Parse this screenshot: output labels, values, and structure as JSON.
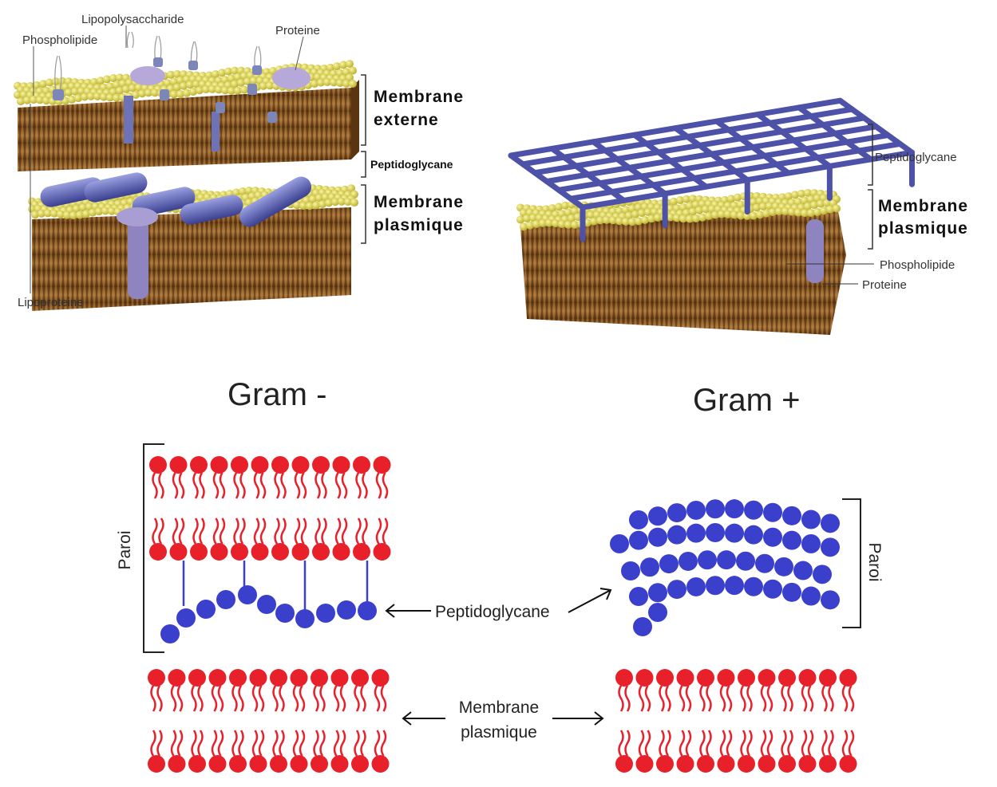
{
  "gram_neg_3d": {
    "labels": {
      "lipopolysaccharide": "Lipopolysaccharide",
      "phospholipide": "Phospholipide",
      "proteine": "Proteine",
      "lipoproteine": "Lipoproteine",
      "membrane_externe_1": "Membrane",
      "membrane_externe_2": "externe",
      "peptidoglycane": "Peptidoglycane",
      "membrane_plasmique_1": "Membrane",
      "membrane_plasmique_2": "plasmique"
    },
    "title": "Gram -"
  },
  "gram_pos_3d": {
    "labels": {
      "peptidoglycane": "Peptidoglycane",
      "membrane_plasmique_1": "Membrane",
      "membrane_plasmique_2": "plasmique",
      "phospholipide": "Phospholipide",
      "proteine": "Proteine"
    },
    "title": "Gram +"
  },
  "schematic": {
    "paroi_left": "Paroi",
    "paroi_right": "Paroi",
    "peptidoglycane": "Peptidoglycane",
    "membrane_1": "Membrane",
    "membrane_2": "plasmique"
  },
  "colors": {
    "lipid_head": "#e8202a",
    "peptidoglycan": "#3a3fcc",
    "grid": "#5a5fb0",
    "head_yellow": "#e3dc55",
    "tail_brown": "#8a5a2a"
  }
}
